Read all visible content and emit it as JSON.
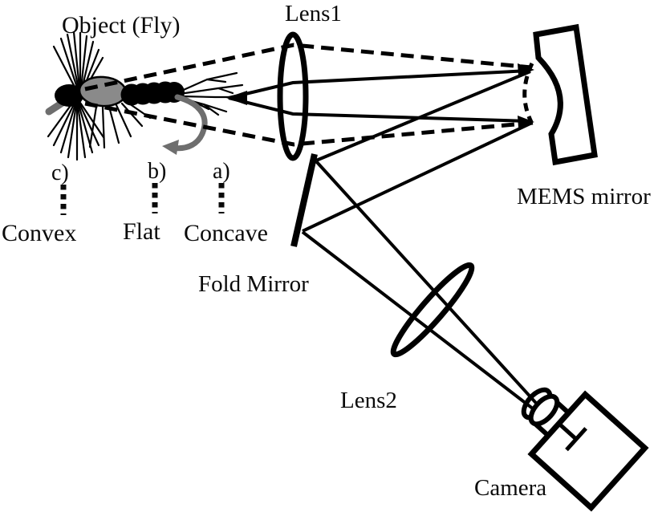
{
  "diagram": {
    "background": "#ffffff",
    "ink_color": "#000000",
    "object": {
      "label": "Object (Fly)",
      "body_color": "#8a8a8a",
      "hook_color": "#6e6e6e"
    },
    "lens1": {
      "label": "Lens1"
    },
    "mems": {
      "label": "MEMS mirror"
    },
    "fold": {
      "label": "Fold Mirror"
    },
    "lens2": {
      "label": "Lens2"
    },
    "camera": {
      "label": "Camera"
    },
    "mirror_states": [
      {
        "key": "c)",
        "name": "Convex"
      },
      {
        "key": "b)",
        "name": "Flat"
      },
      {
        "key": "a)",
        "name": "Concave"
      }
    ]
  }
}
